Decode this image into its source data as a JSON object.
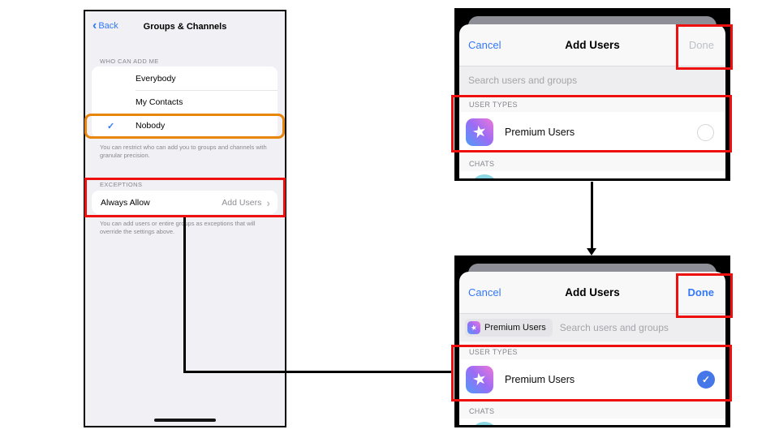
{
  "colors": {
    "annotation_red": "#EE0F0F",
    "annotation_orange": "#E8860B",
    "ios_blue": "#3478F6",
    "disabled_done": "#BCC1C7",
    "check_blue": "#4677E8",
    "premium_gradient_start": "#4E9BF7",
    "premium_gradient_mid": "#9B6CF5",
    "premium_gradient_end": "#F078D9"
  },
  "icons": {
    "back_chevron": "‹",
    "chevron_right": "›",
    "check": "✓",
    "star": "★"
  },
  "settings_screen": {
    "back_label": "Back",
    "title": "Groups & Channels",
    "who_section": {
      "header": "WHO CAN ADD ME",
      "options": [
        {
          "label": "Everybody",
          "checked": false
        },
        {
          "label": "My Contacts",
          "checked": false
        },
        {
          "label": "Nobody",
          "checked": true
        }
      ],
      "footer": "You can restrict who can add you to groups and channels with granular precision."
    },
    "exceptions_section": {
      "header": "EXCEPTIONS",
      "row_label": "Always Allow",
      "row_value": "Add Users",
      "footer": "You can add users or entire groups as exceptions that will override the settings above."
    }
  },
  "add_users_screen_1": {
    "cancel_label": "Cancel",
    "title": "Add Users",
    "done_label": "Done",
    "done_enabled": false,
    "search_placeholder": "Search users and groups",
    "user_types_header": "USER TYPES",
    "premium_row_label": "Premium Users",
    "premium_selected": false,
    "chats_header": "CHATS"
  },
  "add_users_screen_2": {
    "cancel_label": "Cancel",
    "title": "Add Users",
    "done_label": "Done",
    "done_enabled": true,
    "chip_label": "Premium Users",
    "search_placeholder": "Search users and groups",
    "user_types_header": "USER TYPES",
    "premium_row_label": "Premium Users",
    "premium_selected": true,
    "chats_header": "CHATS"
  }
}
